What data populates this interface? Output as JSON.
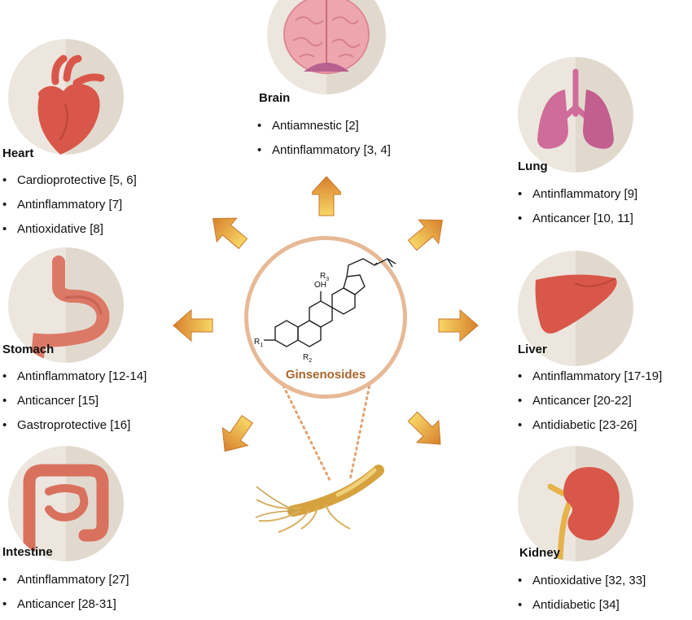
{
  "center": {
    "label": "Ginsenosides",
    "oh_label": "OH",
    "r1": "R",
    "r1_sub": "1",
    "r2": "R",
    "r2_sub": "2",
    "r3": "R",
    "r3_sub": "3"
  },
  "organs": {
    "brain": {
      "title": "Brain",
      "icon": "brain-icon",
      "effects": [
        "Antiamnestic [2]",
        "Antinflammatory [3, 4]"
      ]
    },
    "heart": {
      "title": "Heart",
      "icon": "heart-icon",
      "effects": [
        "Cardioprotective [5, 6]",
        "Antinflammatory [7]",
        "Antioxidative [8]"
      ]
    },
    "lung": {
      "title": "Lung",
      "icon": "lung-icon",
      "effects": [
        "Antinflammatory [9]",
        "Anticancer [10, 11]"
      ]
    },
    "stomach": {
      "title": "Stomach",
      "icon": "stomach-icon",
      "effects": [
        "Antinflammatory [12-14]",
        "Anticancer [15]",
        "Gastroprotective [16]"
      ]
    },
    "liver": {
      "title": "Liver",
      "icon": "liver-icon",
      "effects": [
        "Antinflammatory [17-19]",
        "Anticancer [20-22]",
        "Antidiabetic [23-26]"
      ]
    },
    "intestine": {
      "title": "Intestine",
      "icon": "intestine-icon",
      "effects": [
        "Antinflammatory [27]",
        "Anticancer [28-31]"
      ]
    },
    "kidney": {
      "title": "Kidney",
      "icon": "kidney-icon",
      "effects": [
        "Antioxidative [32, 33]",
        "Antidiabetic [34]"
      ]
    }
  },
  "bullet": "•",
  "colors": {
    "arrow_light": "#f6cf55",
    "arrow_dark": "#d9822b",
    "ring": "#e7b996",
    "label": "#a8662a",
    "organ_red": "#d9574a",
    "lung_pink": "#cf6c99",
    "brain_pink": "#e59aa4"
  }
}
